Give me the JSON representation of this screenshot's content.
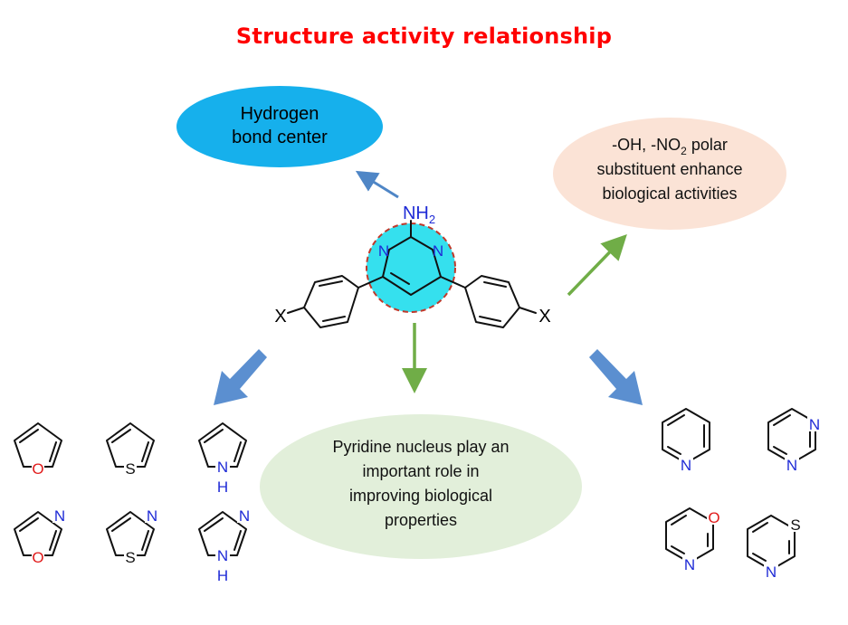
{
  "title": "Structure activity relationship",
  "core": {
    "nh_label": "NH",
    "nh_sub": "2",
    "ring_n": "N",
    "x_left": "X",
    "x_right": "X"
  },
  "callouts": {
    "hbond": {
      "line1": "Hydrogen",
      "line2": "bond center"
    },
    "polar": {
      "line1_pre": "-OH, -NO",
      "line1_sub": "2",
      "line1_post": " polar",
      "line2": "substituent enhance",
      "line3": "biological activities"
    },
    "pyridine": {
      "line1": "Pyridine nucleus play an",
      "line2": "important role in",
      "line3": "improving biological",
      "line4": "properties"
    }
  },
  "heteroatoms": {
    "O": "O",
    "S": "S",
    "N": "N",
    "H": "H"
  },
  "colors": {
    "title": "#ff0000",
    "hbond_fill": "#16b0ec",
    "polar_fill": "#fbe3d6",
    "pyridine_fill": "#e2efda",
    "core_highlight": "#35e0ee",
    "nitrogen": "#1f2bd6",
    "oxygen": "#e11b1b",
    "arrow_blue": "#4f86c6",
    "arrow_green": "#70ad47"
  }
}
